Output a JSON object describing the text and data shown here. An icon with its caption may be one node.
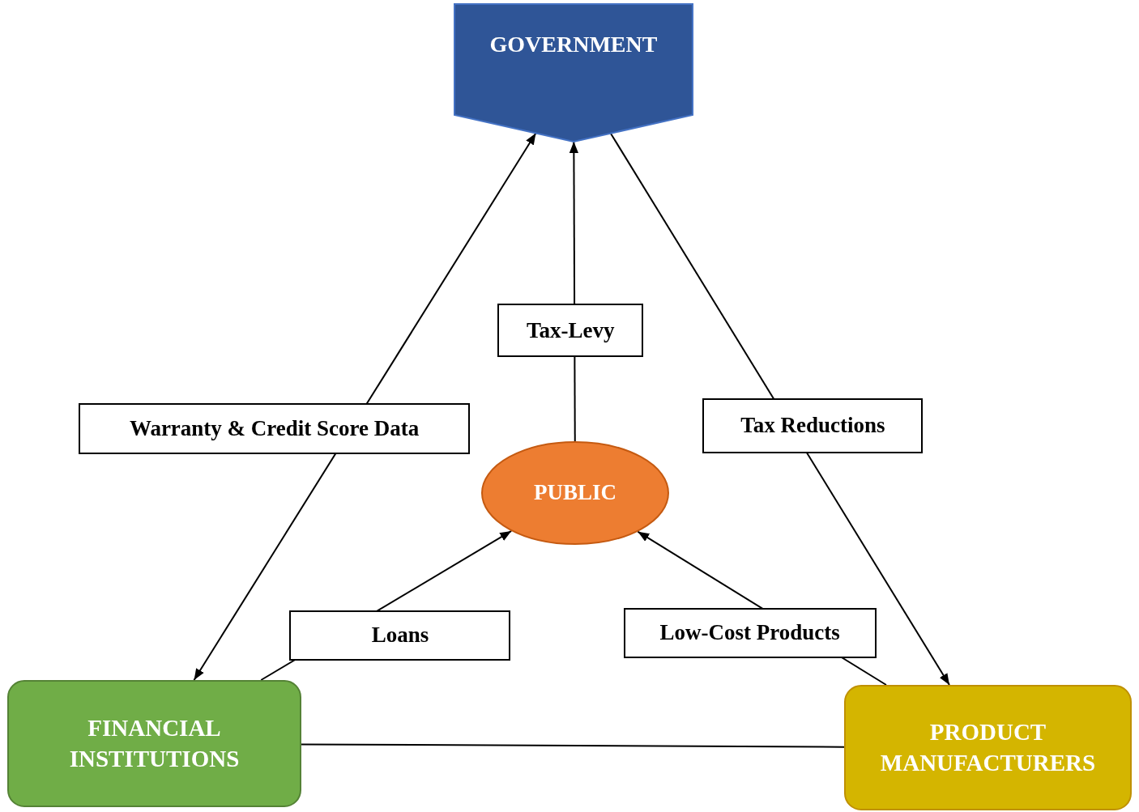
{
  "diagram": {
    "nodes": [
      {
        "text": [
          "GOVERNMENT"
        ]
      },
      {
        "text": [
          "PUBLIC"
        ]
      },
      {
        "text": [
          "FINANCIAL INSTITUTIONS"
        ]
      },
      {
        "text": [
          "PRODUCT MANUFACTURERS"
        ]
      }
    ],
    "edges": [
      {
        "from": 1,
        "to": 0,
        "arrow": "to",
        "label": "Tax-Levy"
      },
      {
        "from": 2,
        "to": 0,
        "arrow": "both",
        "label": "Warranty & Credit Score Data"
      },
      {
        "from": 0,
        "to": 3,
        "arrow": "to",
        "label": "Tax Reductions"
      },
      {
        "from": 2,
        "to": 1,
        "arrow": "to",
        "label": "Loans"
      },
      {
        "from": 3,
        "to": 1,
        "arrow": "to",
        "label": "Low-Cost Products"
      },
      {
        "from": 2,
        "to": 3,
        "arrow": "none"
      }
    ]
  }
}
